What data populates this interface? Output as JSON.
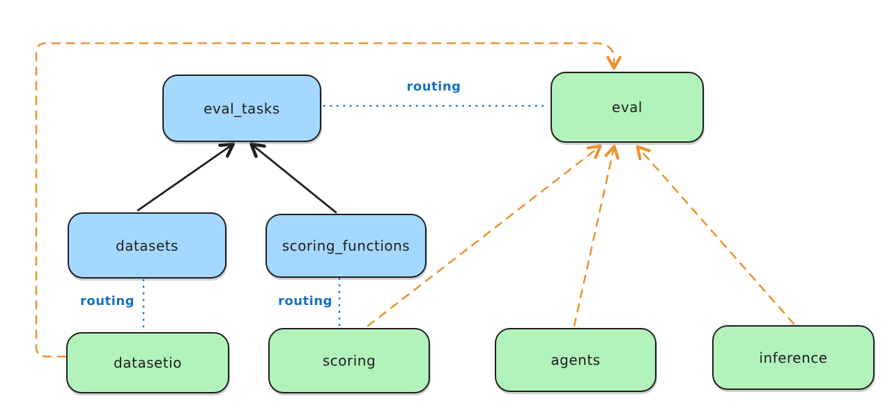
{
  "diagram": {
    "title": "",
    "nodes": {
      "eval_tasks": {
        "label": "eval_tasks",
        "fill": "#a5d8ff"
      },
      "datasets": {
        "label": "datasets",
        "fill": "#a5d8ff"
      },
      "scoring_functions": {
        "label": "scoring_functions",
        "fill": "#a5d8ff"
      },
      "eval": {
        "label": "eval",
        "fill": "#b2f2bb"
      },
      "datasetio": {
        "label": "datasetio",
        "fill": "#b2f2bb"
      },
      "scoring": {
        "label": "scoring",
        "fill": "#b2f2bb"
      },
      "agents": {
        "label": "agents",
        "fill": "#b2f2bb"
      },
      "inference": {
        "label": "inference",
        "fill": "#b2f2bb"
      }
    },
    "edge_labels": {
      "routing_top": "routing",
      "routing_left": "routing",
      "routing_middle": "routing"
    },
    "edges": [
      {
        "from": "datasets",
        "to": "eval_tasks",
        "style": "solid-black-arrow",
        "label": ""
      },
      {
        "from": "scoring_functions",
        "to": "eval_tasks",
        "style": "solid-black-arrow",
        "label": ""
      },
      {
        "from": "eval_tasks",
        "to": "eval",
        "style": "dotted-blue",
        "label": "routing"
      },
      {
        "from": "datasets",
        "to": "datasetio",
        "style": "dotted-blue",
        "label": "routing"
      },
      {
        "from": "scoring_functions",
        "to": "scoring",
        "style": "dotted-blue",
        "label": "routing"
      },
      {
        "from": "datasetio",
        "to": "eval",
        "style": "dashed-orange-arrow",
        "label": ""
      },
      {
        "from": "scoring",
        "to": "eval",
        "style": "dashed-orange-arrow",
        "label": ""
      },
      {
        "from": "agents",
        "to": "eval",
        "style": "dashed-orange-arrow",
        "label": ""
      },
      {
        "from": "inference",
        "to": "eval",
        "style": "dashed-orange-arrow",
        "label": ""
      }
    ],
    "colors": {
      "node_border": "#1e1e1e",
      "blue_fill": "#a5d8ff",
      "green_fill": "#b2f2bb",
      "routing_blue": "#1971c2",
      "orange_dashed": "#ec9333",
      "black_arrow": "#1e1e1e",
      "background": "#ffffff"
    }
  }
}
